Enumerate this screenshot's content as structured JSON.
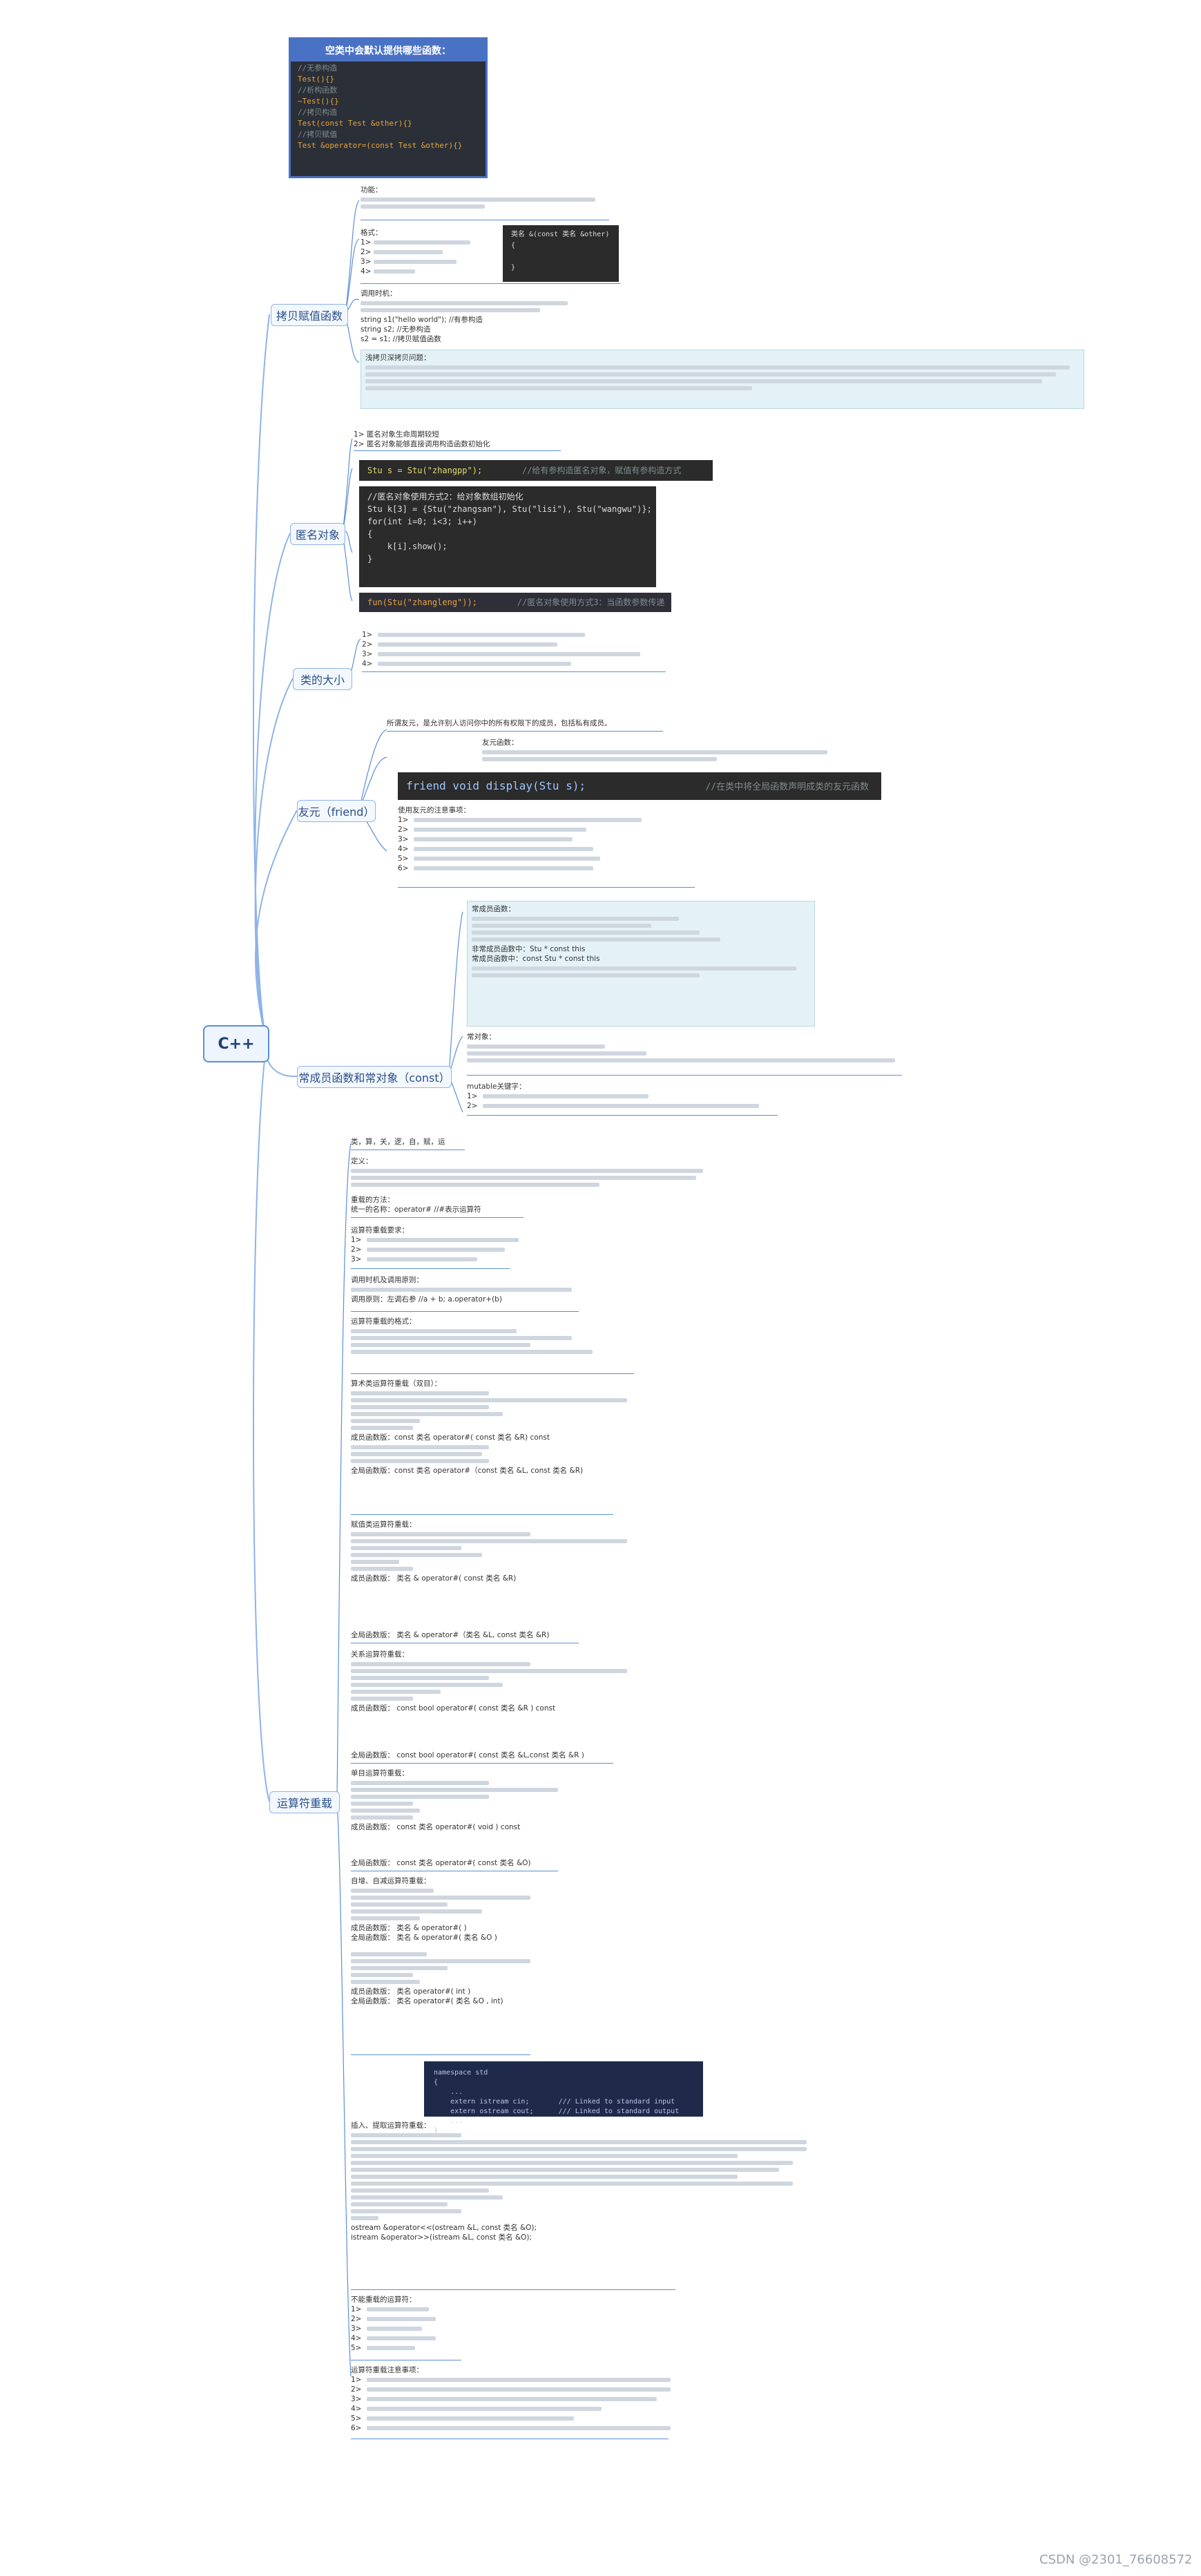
{
  "root": {
    "label": "C++"
  },
  "top_box": {
    "title": "空类中会默认提供哪些函数：",
    "lines": [
      {
        "text": "//无参构造",
        "kind": "comment"
      },
      {
        "text": "Test(){}",
        "kind": "code"
      },
      {
        "text": "//析构函数",
        "kind": "comment"
      },
      {
        "text": "~Test(){}",
        "kind": "code"
      },
      {
        "text": "//拷贝构造",
        "kind": "comment"
      },
      {
        "text": "Test(const Test &other){}",
        "kind": "code"
      },
      {
        "text": "//拷贝赋值",
        "kind": "comment"
      },
      {
        "text": "Test &operator=(const Test &other){}",
        "kind": "code"
      }
    ]
  },
  "branches": {
    "copy_assign": "拷贝赋值函数",
    "anonymous": "匿名对象",
    "class_size": "类的大小",
    "friend": "友元（friend）",
    "const_member": "常成员函数和常对象（const）",
    "operator_overload": "运算符重载"
  },
  "copy_assign": {
    "func_title": "功能：",
    "format_title": "格式：",
    "format_code": "类名 &(const 类名 &other)\n{\n\n}",
    "call_title": "调用时机：",
    "call_code_1": "string  s1(\"hello world\");          //有参构造",
    "call_code_2": "string s2;                      //无参构造",
    "call_code_3": "s2 = s1;                         //拷贝赋值函数",
    "shallow_title": "浅拷贝深拷贝问题："
  },
  "anonymous": {
    "line1": "1>    匿名对象生命周期较短",
    "line2": "2>    匿名对象能够直接调用构造函数初始化",
    "code1": "Stu s = Stu(\"zhangpp\");",
    "code1_cm": "//给有参构造匿名对象，赋值有参构造方式",
    "code2": "//匿名对象使用方式2：给对象数组初始化\nStu k[3] = {Stu(\"zhangsan\"), Stu(\"lisi\"), Stu(\"wangwu\")};\nfor(int i=0; i<3; i++)\n{\n    k[i].show();\n}",
    "code3": "fun(Stu(\"zhangleng\"));",
    "code3_cm": "//匿名对象使用方式3：当函数参数传递"
  },
  "class_size": {
    "lines": [
      "1>",
      "2>",
      "3>",
      "4>"
    ]
  },
  "friend": {
    "intro": "所谓友元，是允许别人访问你中的所有权限下的成员，包括私有成员。",
    "global_title": "友元函数：",
    "code": "friend void display(Stu s);",
    "code_cm": "//在类中将全局函数声明成类的友元函数",
    "notes_title": "使用友元的注意事项：",
    "notes": [
      "1>",
      "2>",
      "3>",
      "4>",
      "5>",
      "6>"
    ]
  },
  "const_member": {
    "box1_title": "常成员函数：",
    "box1_code_a": "非常成员函数中：Stu * const this",
    "box1_code_b": "常成员函数中：const Stu * const this",
    "box2_title": "常对象：",
    "box3_title": "mutable关键字：",
    "box3_lines": [
      "1>",
      "2>"
    ]
  },
  "operator_overload": {
    "head": "类，算，关，逻，自，赋，运",
    "def_title": "定义：",
    "method_title": "重载的方法：",
    "method_line": "统一的名称：operator#          //#表示运算符",
    "req_title": "运算符重载要求：",
    "req_lines": [
      "1>",
      "2>",
      "3>"
    ],
    "call_title": "调用时机及调用原则：",
    "call_line": "调用原则：左调右参   //a + b;        a.operator+(b)",
    "fmt_title": "运算符重载的格式：",
    "arith_title": "算术类运算符重载（双目）：",
    "arith_code_1": "成员函数版：const 类名 operator#( const 类名 &R) const",
    "arith_code_2": "全局函数版：const 类名 operator#（const 类名 &L, const 类名 &R)",
    "assign_title": "赋值类运算符重载：",
    "assign_code_1": "成员函数版：  类名 & operator#( const 类名 &R)",
    "assign_code_2": "全局函数版：  类名 & operator#（类名 &L, const 类名 &R)",
    "rel_title": "关系运算符重载：",
    "rel_code_1": "成员函数版：   const bool operator#( const 类名 &R ) const",
    "rel_code_2": "全局函数版：   const bool operator#( const 类名 &L,const 类名 &R )",
    "unary_title": "单目运算符重载：",
    "unary_code_1": "成员函数版：   const 类名 operator#( void ) const",
    "unary_code_2": "全局函数版：   const 类名 operator#( const 类名 &O)",
    "incdec_title": "自增、自减运算符重载：",
    "pre_code_1": "成员函数版：  类名 & operator#( )",
    "pre_code_2": "全局函数版：  类名 & operator#( 类名 &O )",
    "post_code_1": "成员函数版：  类名  operator#( int )",
    "post_code_2": "全局函数版：  类名  operator#( 类名 &O , int)",
    "ns_code": "namespace std\n{\n    ...\n    extern istream cin;       /// Linked to standard input\n    extern ostream cout;      /// Linked to standard output\n    ...\n}",
    "io_title": "插入、提取运算符重载：",
    "io_code_1": "ostream &operator<<(ostream &L, const 类名 &O);",
    "io_code_2": "istream &operator>>(istream &L, const 类名 &O);",
    "noover_title": "不能重载的运算符：",
    "noover_lines": [
      "1>",
      "2>",
      "3>",
      "4>",
      "5>"
    ],
    "notes_title": "运算符重载注意事项：",
    "notes_lines": [
      "1>",
      "2>",
      "3>",
      "4>",
      "5>",
      "6>"
    ]
  },
  "watermark": "CSDN @2301_76608572",
  "colors": {
    "accent": "#5b8fd6",
    "dark_code_bg": "#2b2b2b",
    "note_bg": "#e4f2f7",
    "top_header": "#4a72c4"
  }
}
